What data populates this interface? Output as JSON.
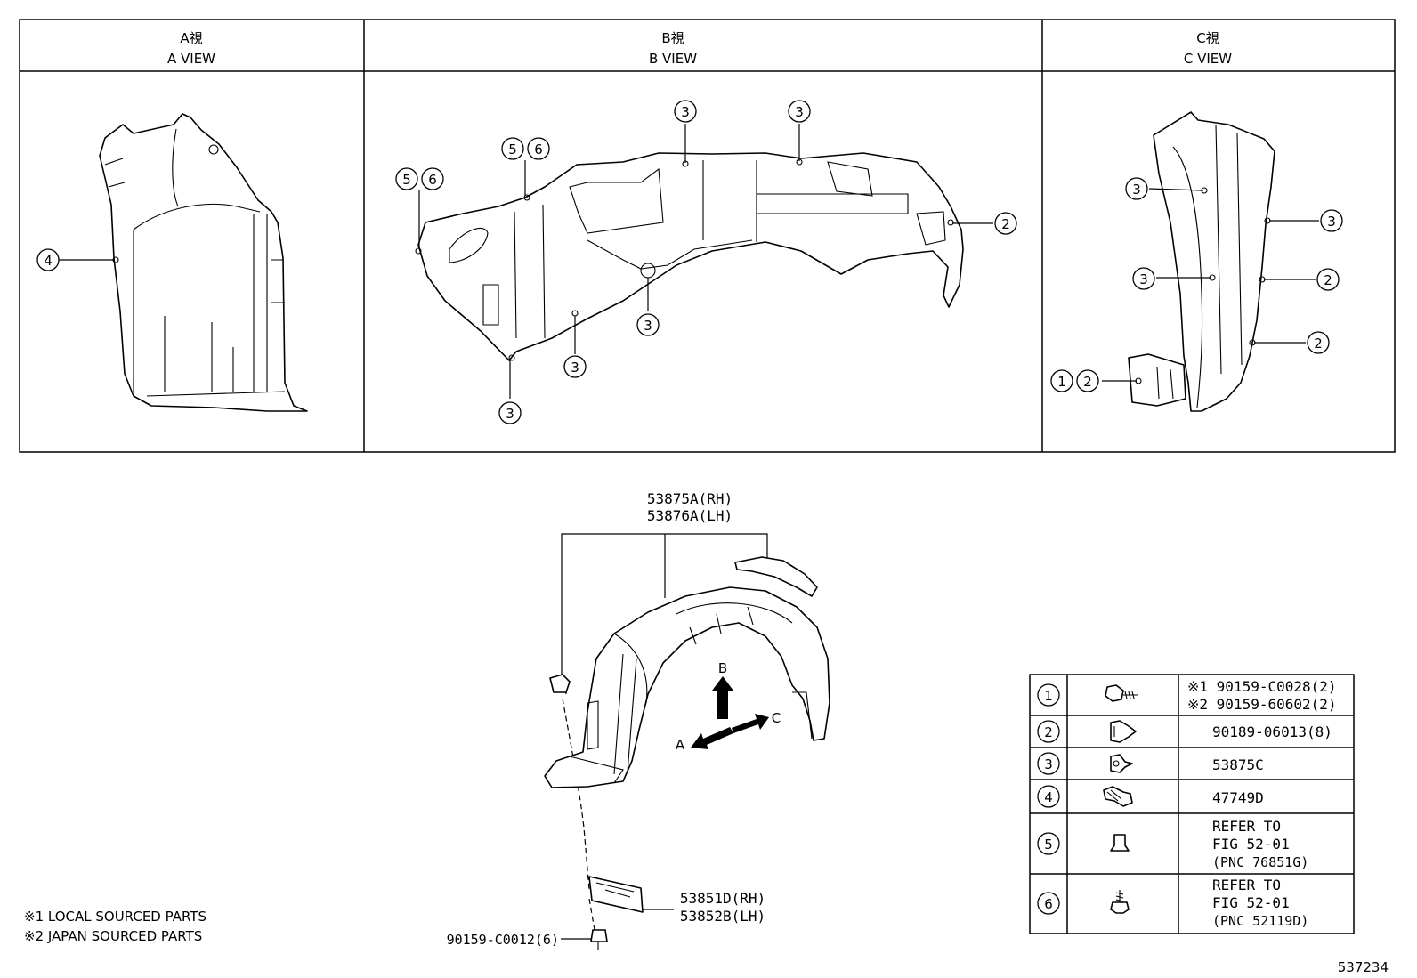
{
  "views": [
    {
      "jp": "A視",
      "en": "A VIEW"
    },
    {
      "jp": "B視",
      "en": "B VIEW"
    },
    {
      "jp": "C視",
      "en": "C VIEW"
    }
  ],
  "callouts": {
    "a_view": [
      "4"
    ],
    "b_view": [
      "5",
      "6",
      "5",
      "6",
      "3",
      "3",
      "2",
      "3",
      "3",
      "3"
    ],
    "c_view": [
      "3",
      "3",
      "3",
      "2",
      "2",
      "1",
      "2"
    ]
  },
  "main_parts": {
    "liner_rh": "53875A(RH)",
    "liner_lh": "53876A(LH)",
    "seal_rh": "53851D(RH)",
    "seal_lh": "53852B(LH)",
    "screw": "90159-C0012(6)"
  },
  "arrows": {
    "a": "A",
    "b": "B",
    "c": "C"
  },
  "parts_table": [
    {
      "no": "1",
      "lines": [
        "※1 90159-C0028(2)",
        "※2 90159-60602(2)"
      ],
      "icon": "bolt-icon"
    },
    {
      "no": "2",
      "lines": [
        "90189-06013(8)"
      ],
      "icon": "clip-icon"
    },
    {
      "no": "3",
      "lines": [
        "53875C"
      ],
      "icon": "push-clip-icon"
    },
    {
      "no": "4",
      "lines": [
        "47749D"
      ],
      "icon": "screw-grommet-icon"
    },
    {
      "no": "5",
      "lines": [
        "REFER TO",
        "FIG 52-01",
        "(PNC 76851G)"
      ],
      "icon": "retainer-icon"
    },
    {
      "no": "6",
      "lines": [
        "REFER TO",
        "FIG 52-01",
        "(PNC 52119D)"
      ],
      "icon": "flange-bolt-icon"
    }
  ],
  "notes": [
    "※1 LOCAL SOURCED PARTS",
    "※2 JAPAN SOURCED PARTS"
  ],
  "figure_id": "537234"
}
